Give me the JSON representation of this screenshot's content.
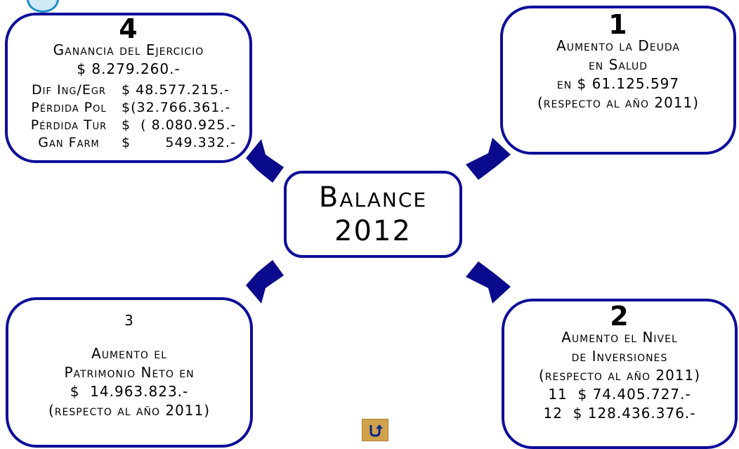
{
  "center": {
    "line1": "Balance",
    "line2": "2012"
  },
  "box4": {
    "number": "4",
    "title": "Ganancia del Ejercicio",
    "total": "$ 8.279.260.-",
    "rows": [
      {
        "label": "Dif Ing/Egr",
        "value": "$ 48.577.215.-"
      },
      {
        "label": "Pérdida Pol",
        "value": "$(32.766.361.-"
      },
      {
        "label": "Pérdida Tur",
        "value": "$  ( 8.080.925.-"
      },
      {
        "label": "Gan Farm",
        "value": "$       549.332.-"
      }
    ]
  },
  "box1": {
    "number": "1",
    "line1": "Aumento la Deuda",
    "line2": "en Salud",
    "line3": "en $ 61.125.597",
    "line4": "(respecto al año 2011)"
  },
  "box3": {
    "number": "3",
    "line1": "Aumento el",
    "line2": "Patrimonio Neto en",
    "line3": "$  14.963.823.-",
    "line4": "(respecto al año 2011)"
  },
  "box2": {
    "number": "2",
    "line1": "Aumento el Nivel",
    "line2": "de Inversiones",
    "line3": "(respecto al año 2011)",
    "line4": "11  $ 74.405.727.-",
    "line5": "12  $ 128.436.376.-"
  },
  "colors": {
    "border": "#0d0d9a",
    "arrow": "#0a0a8c",
    "button": "#d1a24b"
  },
  "icons": {
    "back": "return-arrow-icon"
  }
}
